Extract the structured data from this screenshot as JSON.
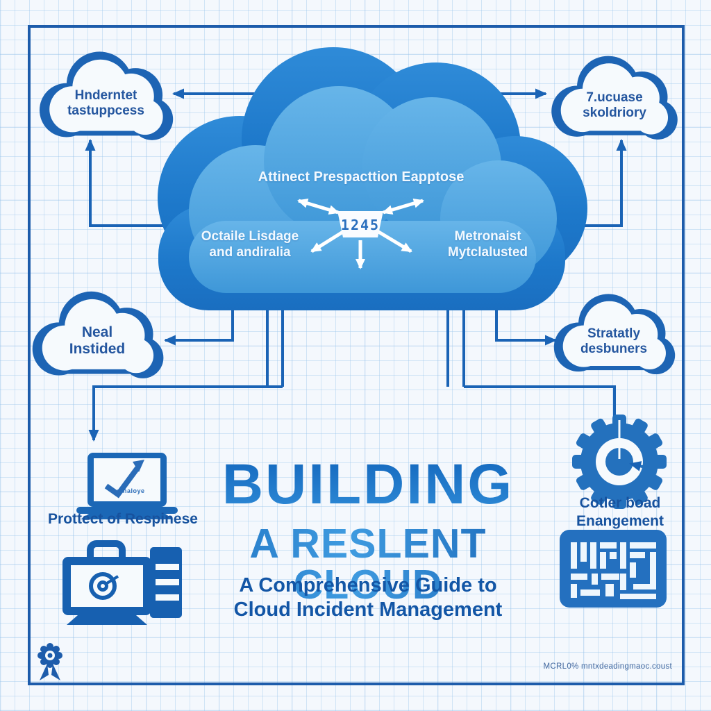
{
  "poster": {
    "title_line1": "BUILDING",
    "title_line2": "A RESLENT CLOUD",
    "subtitle_line1": "A Comprehensive Guide to",
    "subtitle_line2": "Cloud Incident Management",
    "credit": "MCRL0% mntxdeadingmaoc.coust"
  },
  "main_cloud": {
    "top_label": "Attinect Prespacttion Eapptose",
    "left_label_line1": "Octaile Lisdage",
    "left_label_line2": "and andiralia",
    "right_label_line1": "Metronaist",
    "right_label_line2": "Mytclalusted",
    "box_value": "1245"
  },
  "satellite_clouds": {
    "top_left": {
      "line1": "Hnderntet",
      "line2": "tastuppcess"
    },
    "top_right": {
      "line1": "7.ucuase",
      "line2": "skoldriory"
    },
    "mid_left": {
      "line1": "Neal",
      "line2": "Instided"
    },
    "mid_right": {
      "line1": "Stratatly",
      "line2": "desbuners"
    }
  },
  "items": {
    "laptop_screen_text": "omnaloye",
    "laptop_label": "Prottect of Respinese",
    "gear_label_line1": "Cotler boad",
    "gear_label_line2": "Enangement"
  },
  "icons": {
    "laptop": "laptop-check-icon",
    "workstation": "workstation-server-icon",
    "gear": "gear-target-icon",
    "qr": "qr-code-icon",
    "award": "award-ribbon-icon"
  },
  "palette": {
    "line_blue": "#1a63b5",
    "cloud_dark": "#1f7ac9",
    "cloud_light": "#4aa4e2",
    "icon_blue": "#1760b0",
    "text_dark_blue": "#17529e",
    "background": "#f4f8fd"
  }
}
